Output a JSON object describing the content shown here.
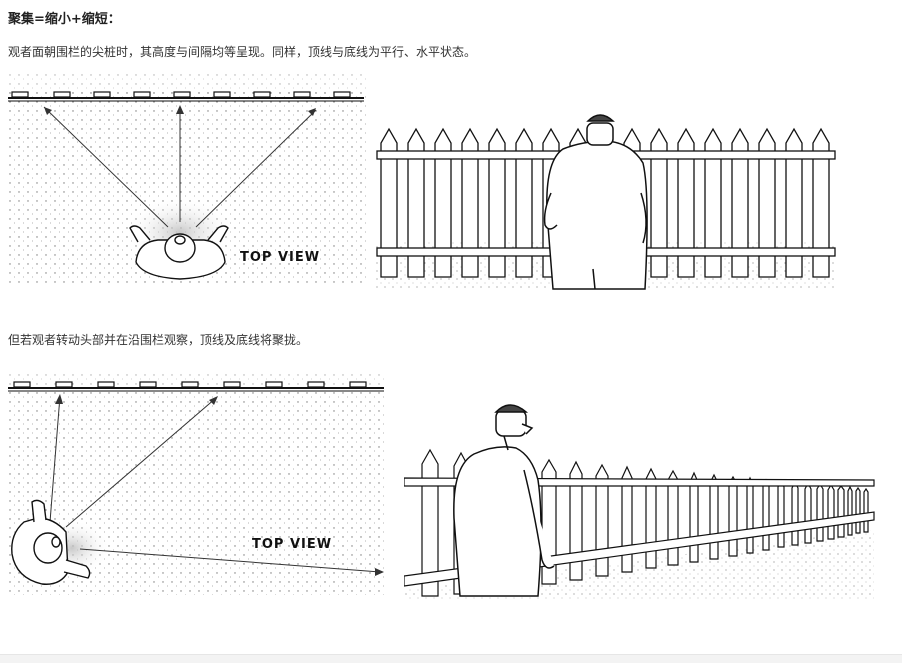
{
  "heading": "聚集=缩小+缩短：",
  "paragraph_1": "观者面朝围栏的尖桩时，其高度与间隔均等呈现。同样，顶线与底线为平行、水平状态。",
  "paragraph_2": "但若观者转动头部并在沿围栏观察，顶线及底线将聚拢。",
  "figure_1": {
    "label": "TOP VIEW"
  },
  "figure_2": {
    "label": "TOP VIEW"
  }
}
